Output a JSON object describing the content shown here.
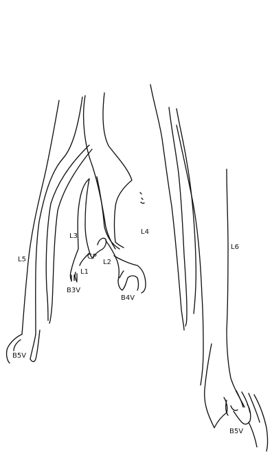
{
  "labels": {
    "L1": "L1",
    "L2": "L2",
    "L3": "L3",
    "L4": "L4",
    "L5": "L5",
    "L6": "L6",
    "GP": "GP",
    "B3V": "B3V",
    "B4V": "B4V",
    "B5V_left": "B5V",
    "B5V_right": "B5V"
  },
  "colors": {
    "line": "#111111",
    "background": "#ffffff"
  }
}
